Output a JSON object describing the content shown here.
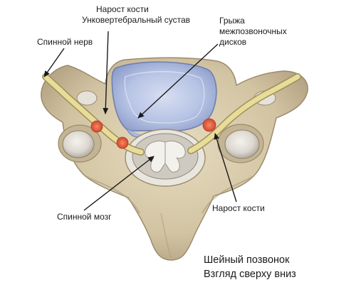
{
  "labels": {
    "bone_spur_top_line1": "Нарост кости",
    "bone_spur_top_line2": "Унковертебральный сустав",
    "herniation_line1": "Грыжа",
    "herniation_line2": "межпозвоночных",
    "herniation_line3": "дисков",
    "spinal_nerve": "Спинной нерв",
    "spinal_cord": "Спинной мозг",
    "bone_spur_right": "Нарост кости"
  },
  "caption": {
    "line1": "Шейный позвонок",
    "line2": "Взгляд сверху вниз"
  },
  "colors": {
    "bone": "#d6c9a8",
    "bone_shadow": "#a8977a",
    "disc": "#b9c6e6",
    "disc_rim": "#7f8fbf",
    "nerve": "#e8dc98",
    "spur": "#e0664a",
    "cord_gray": "#cfcac0"
  }
}
